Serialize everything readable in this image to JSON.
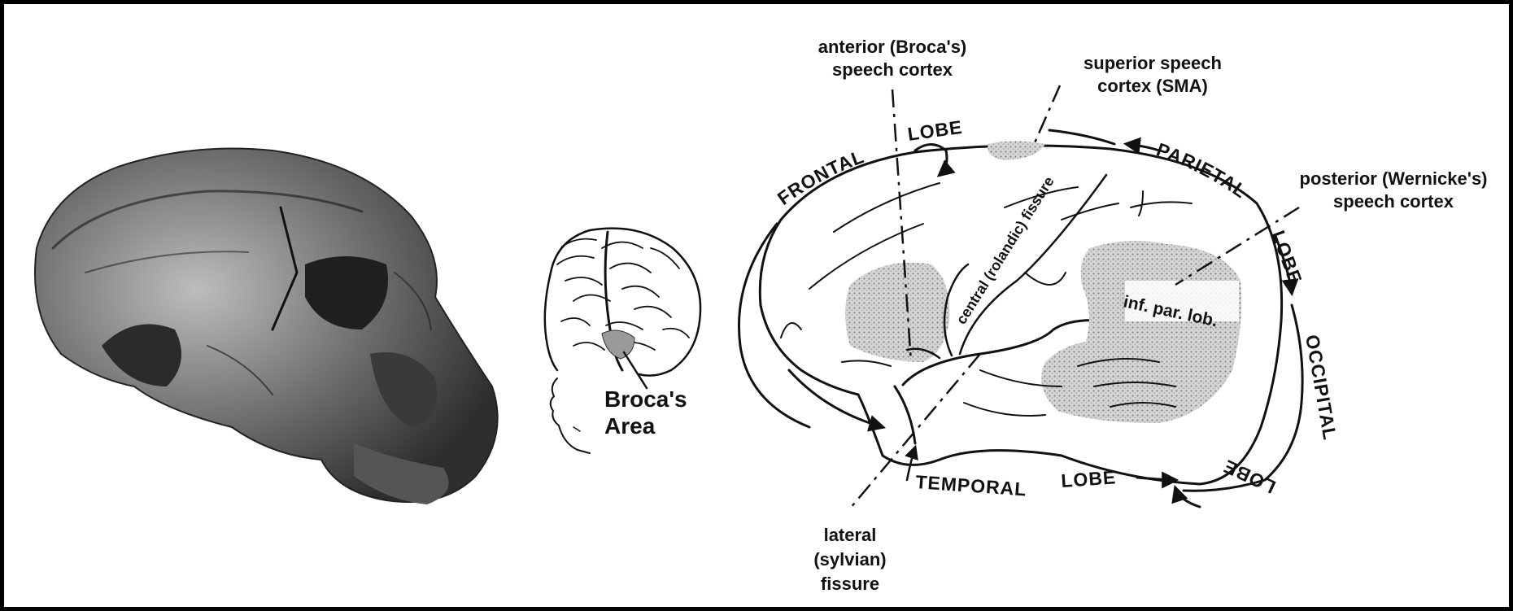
{
  "labels": {
    "brocas_area_line1": "Broca's",
    "brocas_area_line2": "Area",
    "anterior_line1": "anterior (Broca's)",
    "anterior_line2": "speech cortex",
    "superior_line1": "superior speech",
    "superior_line2": "cortex (SMA)",
    "posterior_line1": "posterior (Wernicke's)",
    "posterior_line2": "speech cortex",
    "frontal": "FRONTAL",
    "lobe_frontal": "LOBE",
    "parietal": "PARIETAL",
    "lobe_parietal": "LOBE",
    "occipital": "OCCIPITAL",
    "lobe_occipital": "LOBE",
    "temporal": "TEMPORAL",
    "lobe_temporal": "LOBE",
    "central_fissure": "central (rolandic) fissure",
    "inf_par_lob": "inf. par. lob.",
    "lateral_line1": "lateral",
    "lateral_line2": "(sylvian)",
    "lateral_line3": "fissure"
  },
  "colors": {
    "border": "#000000",
    "background": "#ffffff",
    "ink": "#111111",
    "stipple": "#b8b8b8"
  },
  "icons": {
    "skull": "hominid-skull-photo",
    "head": "head-profile-with-brain",
    "brain": "brain-lateral-diagram"
  }
}
